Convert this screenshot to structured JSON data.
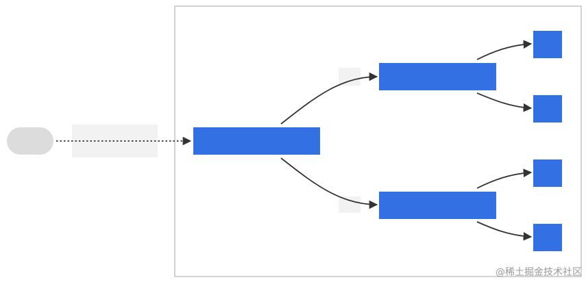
{
  "diagram": {
    "colors": {
      "node_fill": "#3370e3",
      "pill_fill": "#dcdcdc",
      "label_fill": "#f2f2f2",
      "frame_stroke": "#c4c4c4",
      "edge": "#333333"
    },
    "nodes": [
      {
        "id": "source",
        "shape": "pill",
        "label": ""
      },
      {
        "id": "root",
        "shape": "rect",
        "label": ""
      },
      {
        "id": "mid-top",
        "shape": "rect",
        "label": ""
      },
      {
        "id": "mid-bottom",
        "shape": "rect",
        "label": ""
      },
      {
        "id": "leaf-1",
        "shape": "rect",
        "label": ""
      },
      {
        "id": "leaf-2",
        "shape": "rect",
        "label": ""
      },
      {
        "id": "leaf-3",
        "shape": "rect",
        "label": ""
      },
      {
        "id": "leaf-4",
        "shape": "rect",
        "label": ""
      }
    ],
    "edges": [
      {
        "from": "source",
        "to": "root",
        "style": "dotted",
        "label": ""
      },
      {
        "from": "root",
        "to": "mid-top",
        "style": "solid",
        "label": ""
      },
      {
        "from": "root",
        "to": "mid-bottom",
        "style": "solid",
        "label": ""
      },
      {
        "from": "mid-top",
        "to": "leaf-1",
        "style": "solid"
      },
      {
        "from": "mid-top",
        "to": "leaf-2",
        "style": "solid"
      },
      {
        "from": "mid-bottom",
        "to": "leaf-3",
        "style": "solid"
      },
      {
        "from": "mid-bottom",
        "to": "leaf-4",
        "style": "solid"
      }
    ]
  },
  "watermark": "@稀土掘金技术社区"
}
